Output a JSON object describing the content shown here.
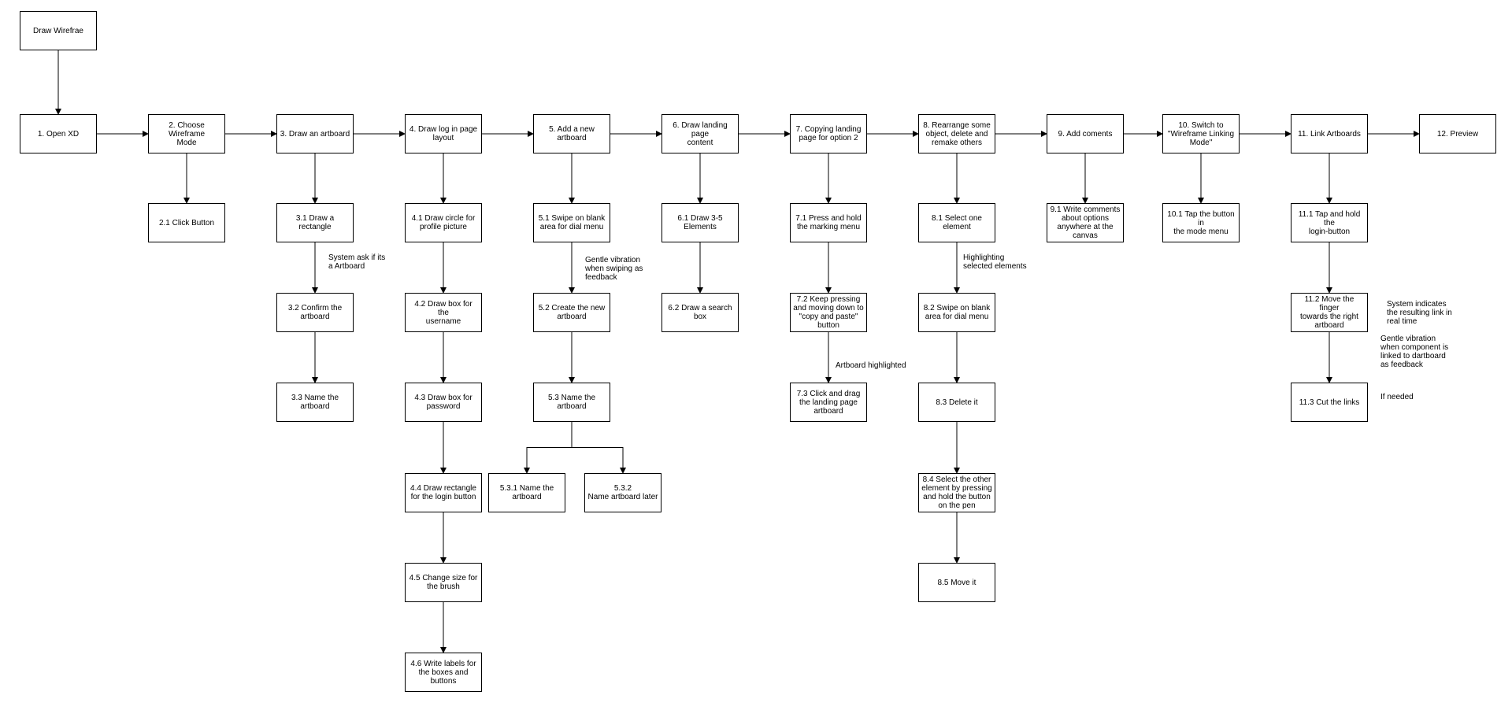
{
  "nodes": {
    "root": "Draw Wirefrae",
    "n1": "1. Open XD",
    "n2": "2. Choose Wireframe\nMode",
    "n21": "2.1 Click Button",
    "n3": "3. Draw an artboard",
    "n31": "3.1 Draw a rectangle",
    "n32": "3.2 Confirm the\nartboard",
    "n33": "3.3 Name the\nartboard",
    "n4": "4. Draw log in page\nlayout",
    "n41": "4.1 Draw circle for\nprofile picture",
    "n42": "4.2 Draw box for the\nusername",
    "n43": "4.3 Draw box for\npassword",
    "n44": "4.4 Draw rectangle\nfor the login button",
    "n45": "4.5 Change size for\nthe brush",
    "n46": "4.6 Write labels for\nthe boxes and\nbuttons",
    "n5": "5. Add a new\nartboard",
    "n51": "5.1 Swipe on blank\narea for dial menu",
    "n52": "5.2 Create the new\nartboard",
    "n53": "5.3 Name the\nartboard",
    "n531": "5.3.1 Name the\nartboard",
    "n532": "5.3.2\nName artboard later",
    "n6": "6. Draw landing page\ncontent",
    "n61": "6.1 Draw 3-5\nElements",
    "n62": "6.2 Draw a search\nbox",
    "n7": "7. Copying landing\npage for option 2",
    "n71": "7.1 Press and hold\nthe marking menu",
    "n72": "7.2 Keep pressing\nand moving down to\n\"copy and paste\"\nbutton",
    "n73": "7.3 Click and drag\nthe landing page\nartboard",
    "n8": "8. Rearrange some\nobject, delete and\nremake others",
    "n81": "8.1 Select one\nelement",
    "n82": "8.2 Swipe on blank\narea for dial menu",
    "n83": "8.3 Delete it",
    "n84": "8.4 Select the other\nelement by pressing\nand hold the button\non the pen",
    "n85": "8.5 Move it",
    "n9": "9. Add coments",
    "n91": "9.1 Write comments\nabout options\nanywhere at the\ncanvas",
    "n10": "10. Switch to\n\"Wireframe Linking\nMode\"",
    "n101": "10.1 Tap the button in\nthe mode menu",
    "n11": "11. Link Artboards",
    "n111": "11.1 Tap and hold the\nlogin-button",
    "n112": "11.2 Move the finger\ntowards the right\nartboard",
    "n113": "11.3 Cut the links",
    "n12": "12. Preview"
  },
  "notes": {
    "system_ask": "System ask if its\na Artboard",
    "gentle_vibration_swipe": "Gentle vibration\nwhen swiping as\nfeedback",
    "artboard_highlighted": "Artboard highlighted",
    "highlighting": "Highlighting\nselected elements",
    "system_indicates": "System indicates\nthe resulting link in\nreal time",
    "gentle_vibration_link": "Gentle vibration\nwhen component is\nlinked to dartboard\nas feedback",
    "if_needed": "If needed"
  },
  "edges": [
    [
      "root",
      "n1"
    ],
    [
      "n1",
      "n2"
    ],
    [
      "n2",
      "n3"
    ],
    [
      "n3",
      "n4"
    ],
    [
      "n4",
      "n5"
    ],
    [
      "n5",
      "n6"
    ],
    [
      "n6",
      "n7"
    ],
    [
      "n7",
      "n8"
    ],
    [
      "n8",
      "n9"
    ],
    [
      "n9",
      "n10"
    ],
    [
      "n10",
      "n11"
    ],
    [
      "n11",
      "n12"
    ],
    [
      "n2",
      "n21"
    ],
    [
      "n3",
      "n31"
    ],
    [
      "n31",
      "n32"
    ],
    [
      "n32",
      "n33"
    ],
    [
      "n4",
      "n41"
    ],
    [
      "n41",
      "n42"
    ],
    [
      "n42",
      "n43"
    ],
    [
      "n43",
      "n44"
    ],
    [
      "n44",
      "n45"
    ],
    [
      "n45",
      "n46"
    ],
    [
      "n5",
      "n51"
    ],
    [
      "n51",
      "n52"
    ],
    [
      "n52",
      "n53"
    ],
    [
      "n53",
      "n531"
    ],
    [
      "n53",
      "n532"
    ],
    [
      "n6",
      "n61"
    ],
    [
      "n61",
      "n62"
    ],
    [
      "n7",
      "n71"
    ],
    [
      "n71",
      "n72"
    ],
    [
      "n72",
      "n73"
    ],
    [
      "n8",
      "n81"
    ],
    [
      "n81",
      "n82"
    ],
    [
      "n82",
      "n83"
    ],
    [
      "n83",
      "n84"
    ],
    [
      "n84",
      "n85"
    ],
    [
      "n9",
      "n91"
    ],
    [
      "n10",
      "n101"
    ],
    [
      "n11",
      "n111"
    ],
    [
      "n111",
      "n112"
    ],
    [
      "n112",
      "n113"
    ]
  ]
}
